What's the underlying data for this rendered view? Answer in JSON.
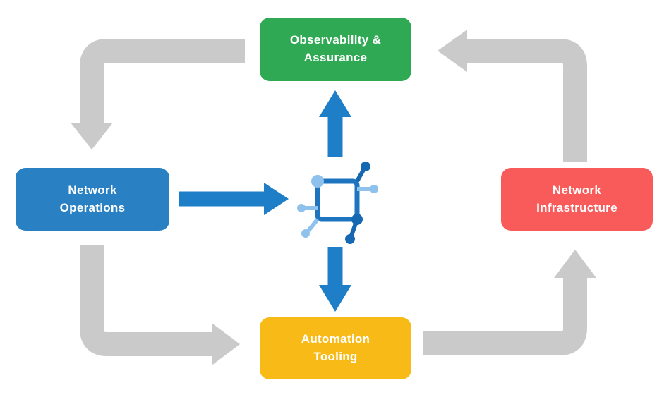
{
  "diagram": {
    "background": "#ffffff",
    "nodes": {
      "observability": {
        "lines": [
          "Observability &",
          "Assurance"
        ],
        "color": "#2fa953",
        "text_color": "#ffffff"
      },
      "operations": {
        "lines": [
          "Network",
          "Operations"
        ],
        "color": "#2981c4",
        "text_color": "#ffffff"
      },
      "infrastructure": {
        "lines": [
          "Network",
          "Infrastructure"
        ],
        "color": "#f95b5b",
        "text_color": "#ffffff"
      },
      "automation": {
        "lines": [
          "Automation",
          "Tooling"
        ],
        "color": "#f8ba17",
        "text_color": "#ffffff"
      }
    },
    "hub_icon": {
      "name": "network-hub-icon",
      "frame_color": "#1f74c0",
      "dark_color": "#1668b3",
      "light_color": "#8ec2ec"
    },
    "arrows": {
      "gray_color": "#cacaca",
      "blue_color": "#1e7ec7",
      "flow": [
        "observability-to-operations",
        "operations-to-automation",
        "automation-to-infrastructure",
        "infrastructure-to-observability",
        "operations-to-hub",
        "hub-to-observability",
        "hub-to-automation"
      ]
    }
  }
}
